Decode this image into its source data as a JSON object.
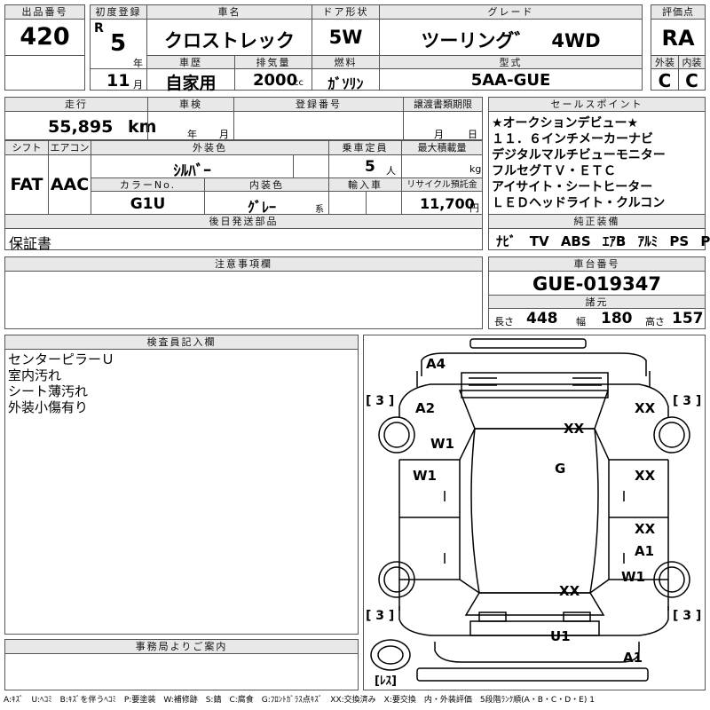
{
  "headers": {
    "lot_no": "出品番号",
    "first_reg": "初度登録",
    "car_name": "車名",
    "door": "ドア形状",
    "grade": "グレード",
    "score": "評価点",
    "history": "車歴",
    "displacement": "排気量",
    "fuel": "燃料",
    "model": "型式",
    "exterior": "外装",
    "interior": "内装",
    "mileage": "走行",
    "inspection": "車検",
    "reg_no": "登録番号",
    "transfer_deadline": "譲渡書類期限",
    "sales_points": "セールスポイント",
    "shift": "シフト",
    "aircon": "エアコン",
    "ext_color": "外装色",
    "capacity": "乗車定員",
    "max_load": "最大積載量",
    "color_no": "カラーNo.",
    "int_color": "内装色",
    "import": "輸入車",
    "recycle": "リサイクル預託金",
    "later_parts": "後日発送部品",
    "genuine_equipment": "純正装備",
    "notes": "注意事項欄",
    "chassis_no": "車台番号",
    "specs": "諸元",
    "inspector": "検査員記入欄",
    "office": "事務局よりご案内"
  },
  "lot_no": "420",
  "first_reg": {
    "era": "R",
    "year": "5",
    "year_unit": "年",
    "month": "11",
    "month_unit": "月"
  },
  "car_name": "クロストレック",
  "door": "5W",
  "grade": "ツーリング゛　4WD",
  "score": "RA",
  "history": "自家用",
  "displacement": {
    "value": "2000",
    "unit": "cc"
  },
  "fuel": "ｶﾞｿﾘﾝ",
  "model": "5AA-GUE",
  "exterior_grade": "C",
  "interior_grade": "C",
  "mileage": {
    "value": "55,895",
    "unit": "km"
  },
  "inspection": {
    "year_unit": "年",
    "month_unit": "月"
  },
  "transfer_deadline": {
    "month_unit": "月",
    "day_unit": "日"
  },
  "sales_points": [
    "★オークションデビュー★",
    "１１．６インチメーカーナビ",
    "デジタルマルチビューモニター",
    "フルセグＴＶ・ＥＴＣ",
    "アイサイト・シートヒーター",
    "ＬＥＤヘッドライト・クルコン"
  ],
  "shift": "FAT",
  "aircon": "AAC",
  "ext_color": "ｼﾙﾊﾞｰ",
  "capacity": {
    "value": "5",
    "unit": "人"
  },
  "max_load": {
    "unit": "kg"
  },
  "color_no": "G1U",
  "int_color": {
    "value": "ｸﾞﾚｰ",
    "unit": "系"
  },
  "recycle": {
    "value": "11,700",
    "unit": "円"
  },
  "later_parts": "保証書",
  "genuine_equipment": [
    "ﾅﾋﾞ",
    "TV",
    "ABS",
    "ｴｱB",
    "ｱﾙﾐ",
    "PS",
    "PW"
  ],
  "chassis_no": "GUE-019347",
  "specs": {
    "length_label": "長さ",
    "length": "448",
    "width_label": "幅",
    "width": "180",
    "height_label": "高さ",
    "height": "157"
  },
  "inspector_notes": [
    "センターピラーＵ",
    "室内汚れ",
    "シート薄汚れ",
    "外装小傷有り"
  ],
  "diagram": {
    "tire_fl": "[ 3 ]",
    "tire_fr": "[ 3 ]",
    "tire_rl": "[ 3 ]",
    "tire_rr": "[ 3 ]",
    "spare": "[ﾚｽ]",
    "marks": {
      "a4": "A4",
      "a2": "A2",
      "w1_a": "W1",
      "w1_b": "W1",
      "xx_a": "XX",
      "xx_b": "XX",
      "g": "G",
      "xx_c": "XX",
      "xx_d": "XX",
      "a1_a": "A1",
      "w1_c": "W1",
      "xx_e": "XX",
      "u1": "U1",
      "a1_b": "A1"
    }
  },
  "legend": "A:ｷｽﾞ　U:ﾍｺﾐ　B:ｷｽﾞを伴うﾍｺﾐ　P:要塗装　W:補修跡　S:錆　C:腐食　G:ﾌﾛﾝﾄｶﾞﾗｽ点ｷｽﾞ　XX:交換済み　X:要交換　内・外装評価　5段階ﾗﾝｸ順(A・B・C・D・E) 1"
}
